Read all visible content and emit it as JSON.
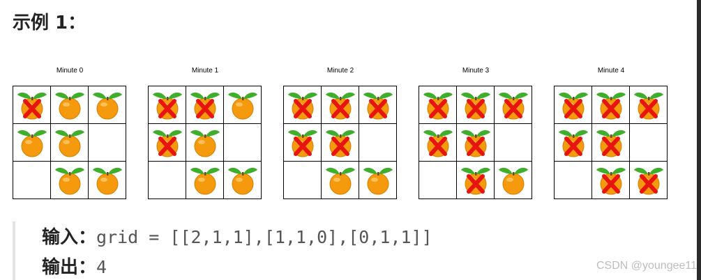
{
  "heading": "示例 1：",
  "figure": {
    "panels": [
      {
        "label": "Minute 0",
        "cells": [
          [
            "rotten",
            "fresh",
            "fresh"
          ],
          [
            "fresh",
            "fresh",
            "empty"
          ],
          [
            "empty",
            "fresh",
            "fresh"
          ]
        ]
      },
      {
        "label": "Minute 1",
        "cells": [
          [
            "rotten",
            "rotten",
            "fresh"
          ],
          [
            "rotten",
            "fresh",
            "empty"
          ],
          [
            "empty",
            "fresh",
            "fresh"
          ]
        ]
      },
      {
        "label": "Minute 2",
        "cells": [
          [
            "rotten",
            "rotten",
            "rotten"
          ],
          [
            "rotten",
            "rotten",
            "empty"
          ],
          [
            "empty",
            "fresh",
            "fresh"
          ]
        ]
      },
      {
        "label": "Minute 3",
        "cells": [
          [
            "rotten",
            "rotten",
            "rotten"
          ],
          [
            "rotten",
            "rotten",
            "empty"
          ],
          [
            "empty",
            "rotten",
            "fresh"
          ]
        ]
      },
      {
        "label": "Minute 4",
        "cells": [
          [
            "rotten",
            "rotten",
            "rotten"
          ],
          [
            "rotten",
            "rotten",
            "empty"
          ],
          [
            "empty",
            "rotten",
            "rotten"
          ]
        ]
      }
    ],
    "colors": {
      "orange": "#f59a0c",
      "leaf": "#3fae2a",
      "mark": "#e8140f"
    },
    "icons": {
      "fresh": "orange-icon",
      "rotten": "rotten-orange-icon"
    }
  },
  "example": {
    "input_label": "输入：",
    "input_value": "grid = [[2,1,1],[1,1,0],[0,1,1]]",
    "output_label": "输出：",
    "output_value": "4"
  },
  "watermark": "CSDN @youngee11"
}
